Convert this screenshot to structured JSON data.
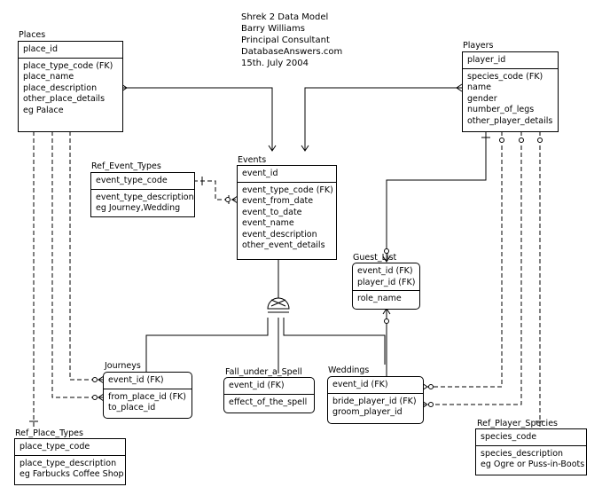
{
  "header": {
    "lines": [
      "Shrek 2 Data Model",
      "Barry Williams",
      "Principal Consultant",
      "DatabaseAnswers.com",
      "15th. July 2004"
    ]
  },
  "entities": {
    "places": {
      "title": "Places",
      "pk": [
        "place_id"
      ],
      "attrs": [
        "place_type_code (FK)",
        "place_name",
        "place_description",
        "other_place_details",
        "eg Palace"
      ]
    },
    "players": {
      "title": "Players",
      "pk": [
        "player_id"
      ],
      "attrs": [
        "species_code (FK)",
        "name",
        "gender",
        "number_of_legs",
        "other_player_details"
      ]
    },
    "ref_event_types": {
      "title": "Ref_Event_Types",
      "pk": [
        "event_type_code"
      ],
      "attrs": [
        "event_type_description",
        "eg Journey,Wedding"
      ]
    },
    "events": {
      "title": "Events",
      "pk": [
        "event_id"
      ],
      "attrs": [
        "event_type_code (FK)",
        "event_from_date",
        "event_to_date",
        "event_name",
        "event_description",
        "other_event_details"
      ]
    },
    "guest_list": {
      "title": "Guest_List",
      "pk": [
        "event_id (FK)",
        "player_id (FK)"
      ],
      "attrs": [
        "role_name"
      ]
    },
    "journeys": {
      "title": "Journeys",
      "pk": [
        "event_id (FK)"
      ],
      "attrs": [
        "from_place_id (FK)",
        "to_place_id"
      ]
    },
    "fall_under_a_spell": {
      "title": "Fall_under_a_Spell",
      "pk": [
        "event_id (FK)"
      ],
      "attrs": [
        "effect_of_the_spell"
      ]
    },
    "weddings": {
      "title": "Weddings",
      "pk": [
        "event_id (FK)"
      ],
      "attrs": [
        "bride_player_id (FK)",
        "groom_player_id"
      ]
    },
    "ref_place_types": {
      "title": "Ref_Place_Types",
      "pk": [
        "place_type_code"
      ],
      "attrs": [
        "place_type_description",
        "eg Farbucks Coffee Shop"
      ]
    },
    "ref_player_species": {
      "title": "Ref_Player_Species",
      "pk": [
        "species_code"
      ],
      "attrs": [
        "species_description",
        "eg Ogre or Puss-in-Boots"
      ]
    }
  }
}
